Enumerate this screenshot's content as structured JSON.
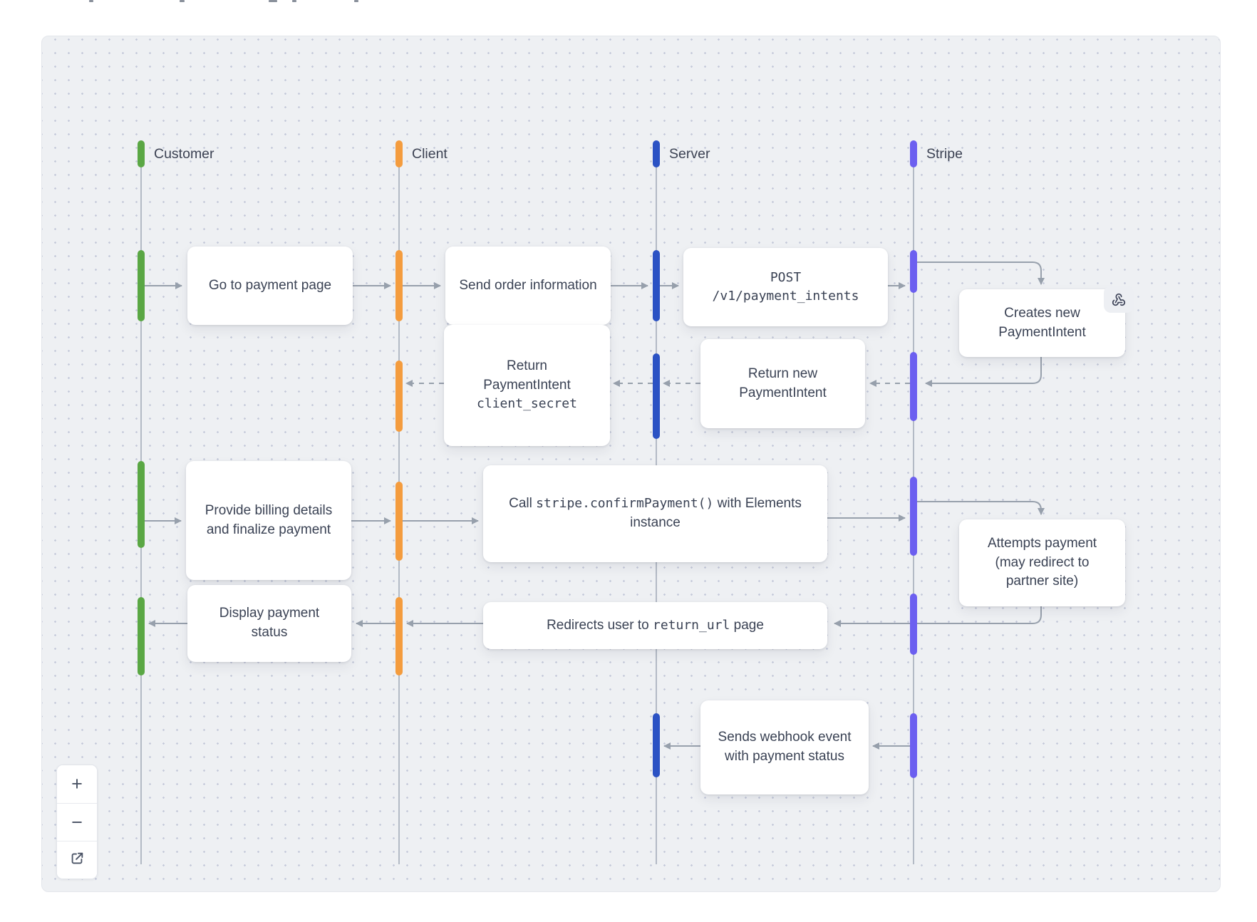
{
  "diagram": {
    "actors": [
      {
        "id": "customer",
        "label": "Customer",
        "color": "#5aa744"
      },
      {
        "id": "client",
        "label": "Client",
        "color": "#f49c3e"
      },
      {
        "id": "server",
        "label": "Server",
        "color": "#2b52c4"
      },
      {
        "id": "stripe",
        "label": "Stripe",
        "color": "#6c5ff0"
      }
    ],
    "boxes": {
      "go_payment": {
        "text": "Go to payment page"
      },
      "send_order": {
        "text": "Send order information"
      },
      "post_intents": {
        "line1": "POST",
        "line2": "/v1/payment_intents"
      },
      "creates_new": {
        "text": "Creates new PaymentIntent",
        "icon": "webhook-icon"
      },
      "return_secret": {
        "line1": "Return",
        "line2": "PaymentIntent",
        "code": "client_secret"
      },
      "return_new": {
        "text": "Return new PaymentIntent"
      },
      "provide_billing": {
        "text": "Provide billing details and finalize payment"
      },
      "call_confirm": {
        "prefix": "Call ",
        "code": "stripe.confirmPayment()",
        "suffix": " with Elements instance"
      },
      "attempts": {
        "text": "Attempts payment (may redirect to partner site)"
      },
      "display_status": {
        "text": "Display payment status"
      },
      "redirects": {
        "prefix": "Redirects user to ",
        "code": "return_url",
        "suffix": " page"
      },
      "webhook_event": {
        "text": "Sends webhook event with payment status"
      }
    },
    "controls": {
      "zoom_in": "+",
      "zoom_out": "−",
      "open_icon": "external-link-icon"
    },
    "colors": {
      "customer_green": "#5aa744",
      "client_orange": "#f49c3e",
      "server_blue": "#2b52c4",
      "stripe_purple": "#6c5ff0",
      "arrow_gray": "#97a0ac",
      "lifeline_gray": "#b3bac5",
      "panel_background": "#eef0f3",
      "dot_grid": "#c5cada",
      "text": "#3a4254",
      "box_background": "#ffffff"
    }
  }
}
